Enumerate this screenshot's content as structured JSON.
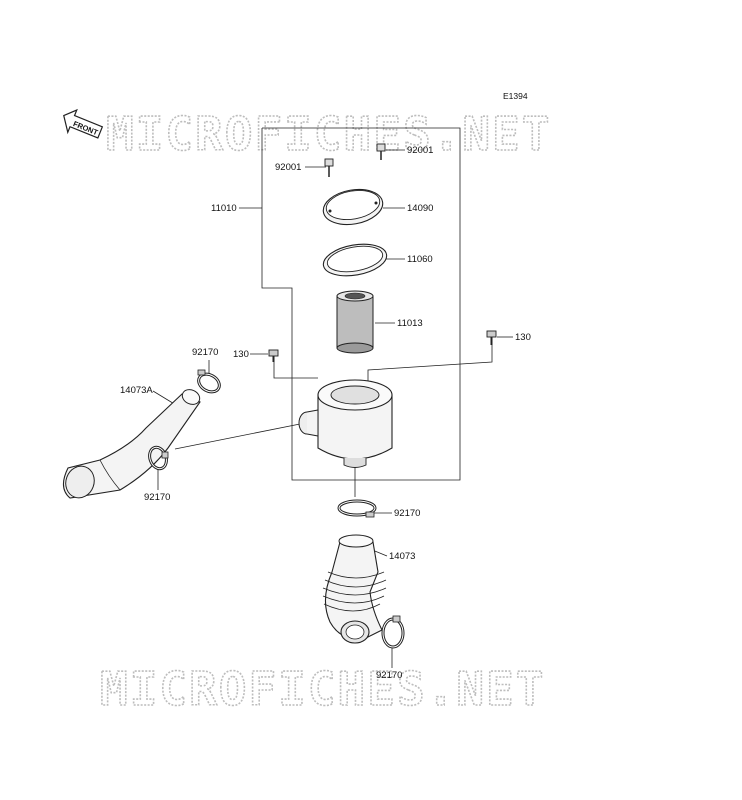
{
  "diagram_id": "E1394",
  "front_label": "FRONT",
  "watermark_top": "MICROFICHES.NET",
  "watermark_bottom": "MICROFICHES.NET",
  "callouts": {
    "screw_left": "92001",
    "screw_right": "92001",
    "assembly": "11010",
    "cover": "14090",
    "gasket": "11060",
    "element": "11013",
    "bolt_left": "130",
    "bolt_right": "130",
    "clamp_upper_left": "92170",
    "duct_left": "14073A",
    "clamp_lower_left": "92170",
    "clamp_center": "92170",
    "duct_lower": "14073",
    "clamp_bottom": "92170"
  }
}
